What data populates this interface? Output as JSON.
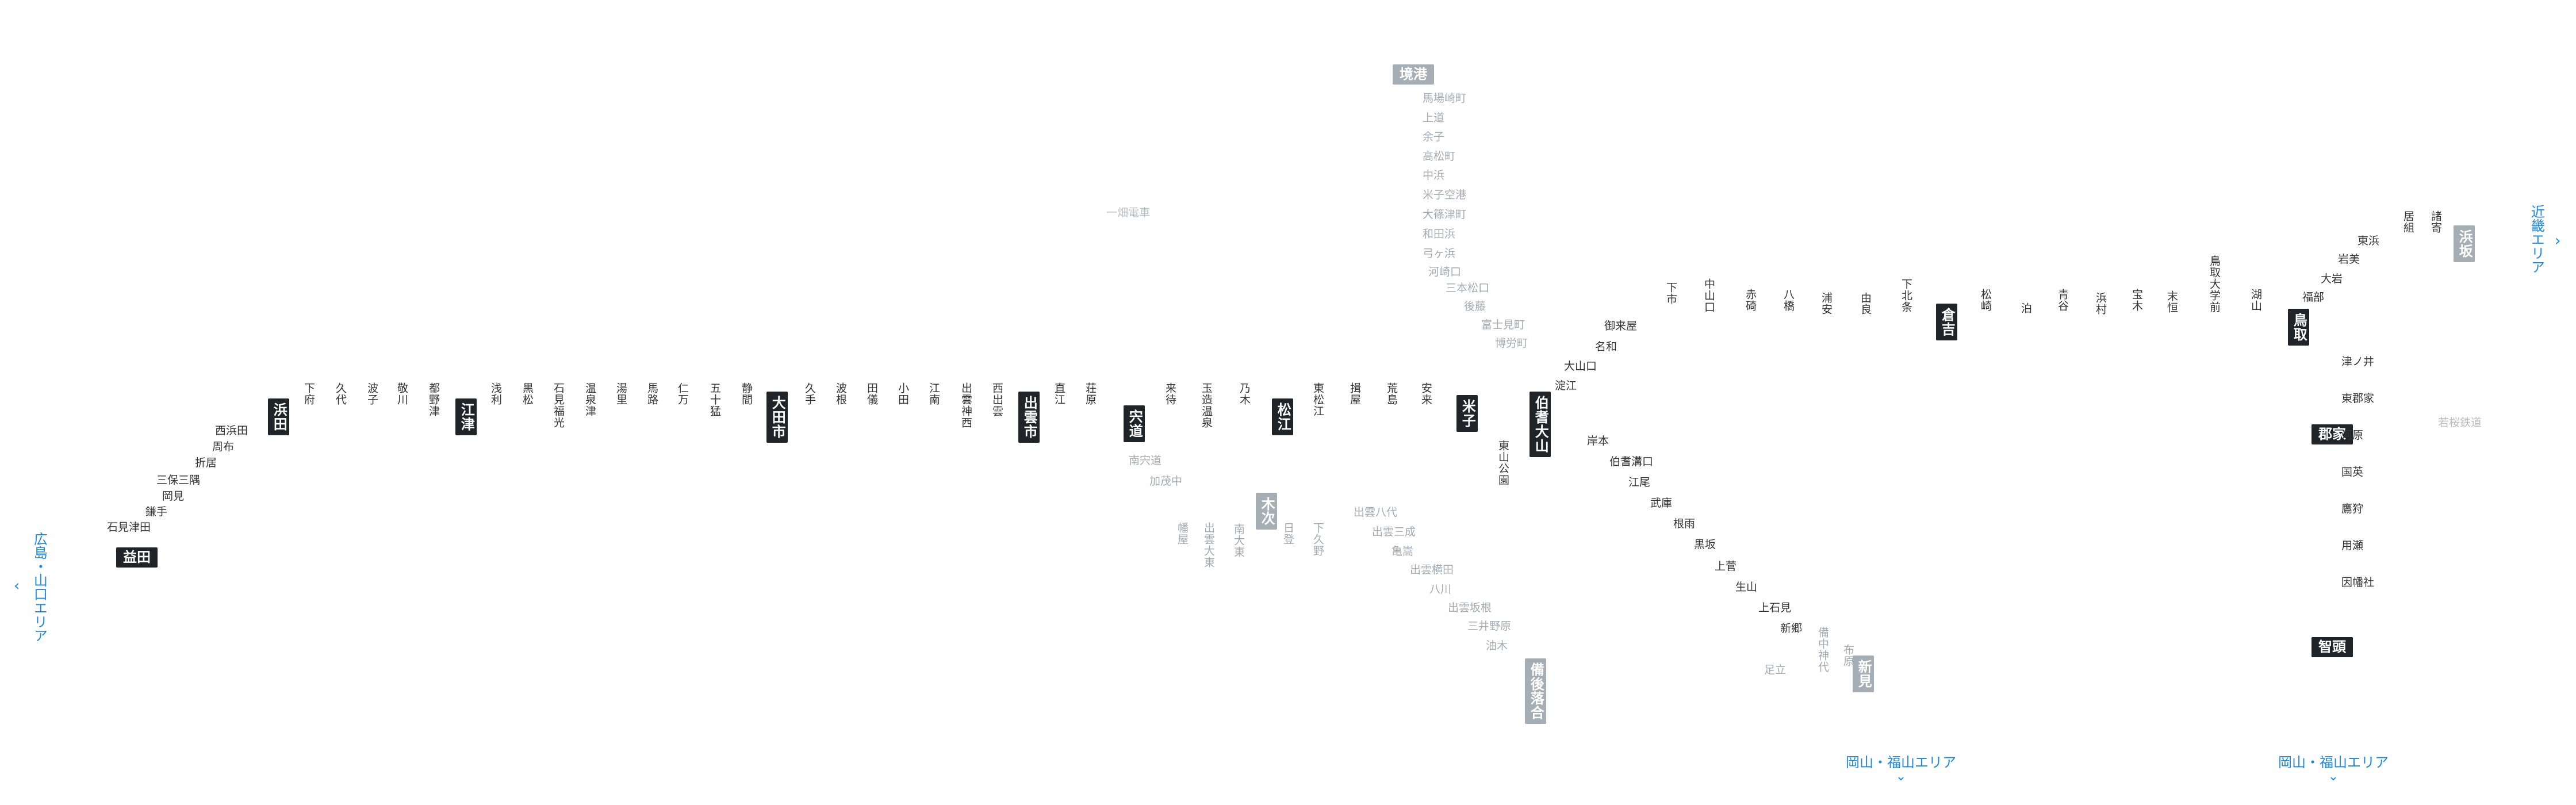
{
  "areas": {
    "hiroshima": "広島・山口エリア",
    "kinki": "近畿エリア",
    "okayama_1": "岡山・福山エリア",
    "okayama_2": "岡山・福山エリア",
    "arrow_left": "‹",
    "arrow_right": "›",
    "arrow_down": "⌄"
  },
  "majors": {
    "masuda": "益田",
    "hamada": "浜田",
    "gotsu": "江津",
    "odashi": "大田市",
    "izumoshi": "出雲市",
    "shinji": "宍道",
    "matsue": "松江",
    "yonago": "米子",
    "hokiDaisen": "伯耆大山",
    "kurayoshi": "倉吉",
    "tottori": "鳥取",
    "koge": "郡家",
    "chizu": "智頭",
    "sakaiminato": "境港",
    "kisuki": "木次",
    "bingoOchiai": "備後落合",
    "niimi": "新見",
    "hamasaka": "浜坂"
  },
  "railways": {
    "ichibata": "一畑電車",
    "wakasa": "若桜鉄道"
  },
  "lines": {
    "yamaguchi": [
      "石見津田",
      "鎌手",
      "岡見",
      "三保三隅",
      "折居",
      "周布",
      "西浜田"
    ],
    "sanin_west": [
      "下府",
      "久代",
      "波子",
      "敬川",
      "都野津",
      "浅利",
      "黒松",
      "石見福光",
      "温泉津",
      "湯里",
      "馬路",
      "仁万",
      "五十猛",
      "静間",
      "久手",
      "波根",
      "田儀",
      "小田",
      "江南",
      "出雲神西",
      "西出雲",
      "直江",
      "荘原",
      "来待",
      "玉造温泉",
      "乃木",
      "東松江",
      "揖屋",
      "荒島",
      "安来"
    ],
    "sanin_east": [
      "下市",
      "中山口",
      "赤碕",
      "八橋",
      "浦安",
      "由良",
      "下北条",
      "松崎",
      "泊",
      "青谷",
      "浜村",
      "宝木",
      "末恒",
      "鳥取大学前",
      "湖山"
    ],
    "sakai": [
      "馬場崎町",
      "上道",
      "余子",
      "高松町",
      "中浜",
      "米子空港",
      "大篠津町",
      "和田浜",
      "弓ヶ浜",
      "河崎口",
      "三本松口",
      "後藤",
      "富士見町",
      "博労町"
    ],
    "kisuki": [
      "南宍道",
      "加茂中",
      "幡屋",
      "出雲大東",
      "南大東",
      "日登",
      "下久野",
      "出雲八代",
      "出雲三成",
      "亀嵩",
      "出雲横田",
      "八川",
      "出雲坂根",
      "三井野原",
      "油木"
    ],
    "hakubi": [
      "東山公園",
      "岸本",
      "伯耆溝口",
      "江尾",
      "武庫",
      "根雨",
      "黒坂",
      "上菅",
      "生山",
      "上石見",
      "新郷",
      "足立",
      "備中神代",
      "布原"
    ],
    "daisen": [
      "淀江",
      "大山口",
      "名和",
      "御来屋"
    ],
    "inbi": [
      "津ノ井",
      "東郡家",
      "河原",
      "国英",
      "鷹狩",
      "用瀬",
      "因幡社"
    ],
    "sanin_kinki": [
      "福部",
      "大岩",
      "岩美",
      "東浜",
      "居組",
      "諸寄"
    ]
  }
}
